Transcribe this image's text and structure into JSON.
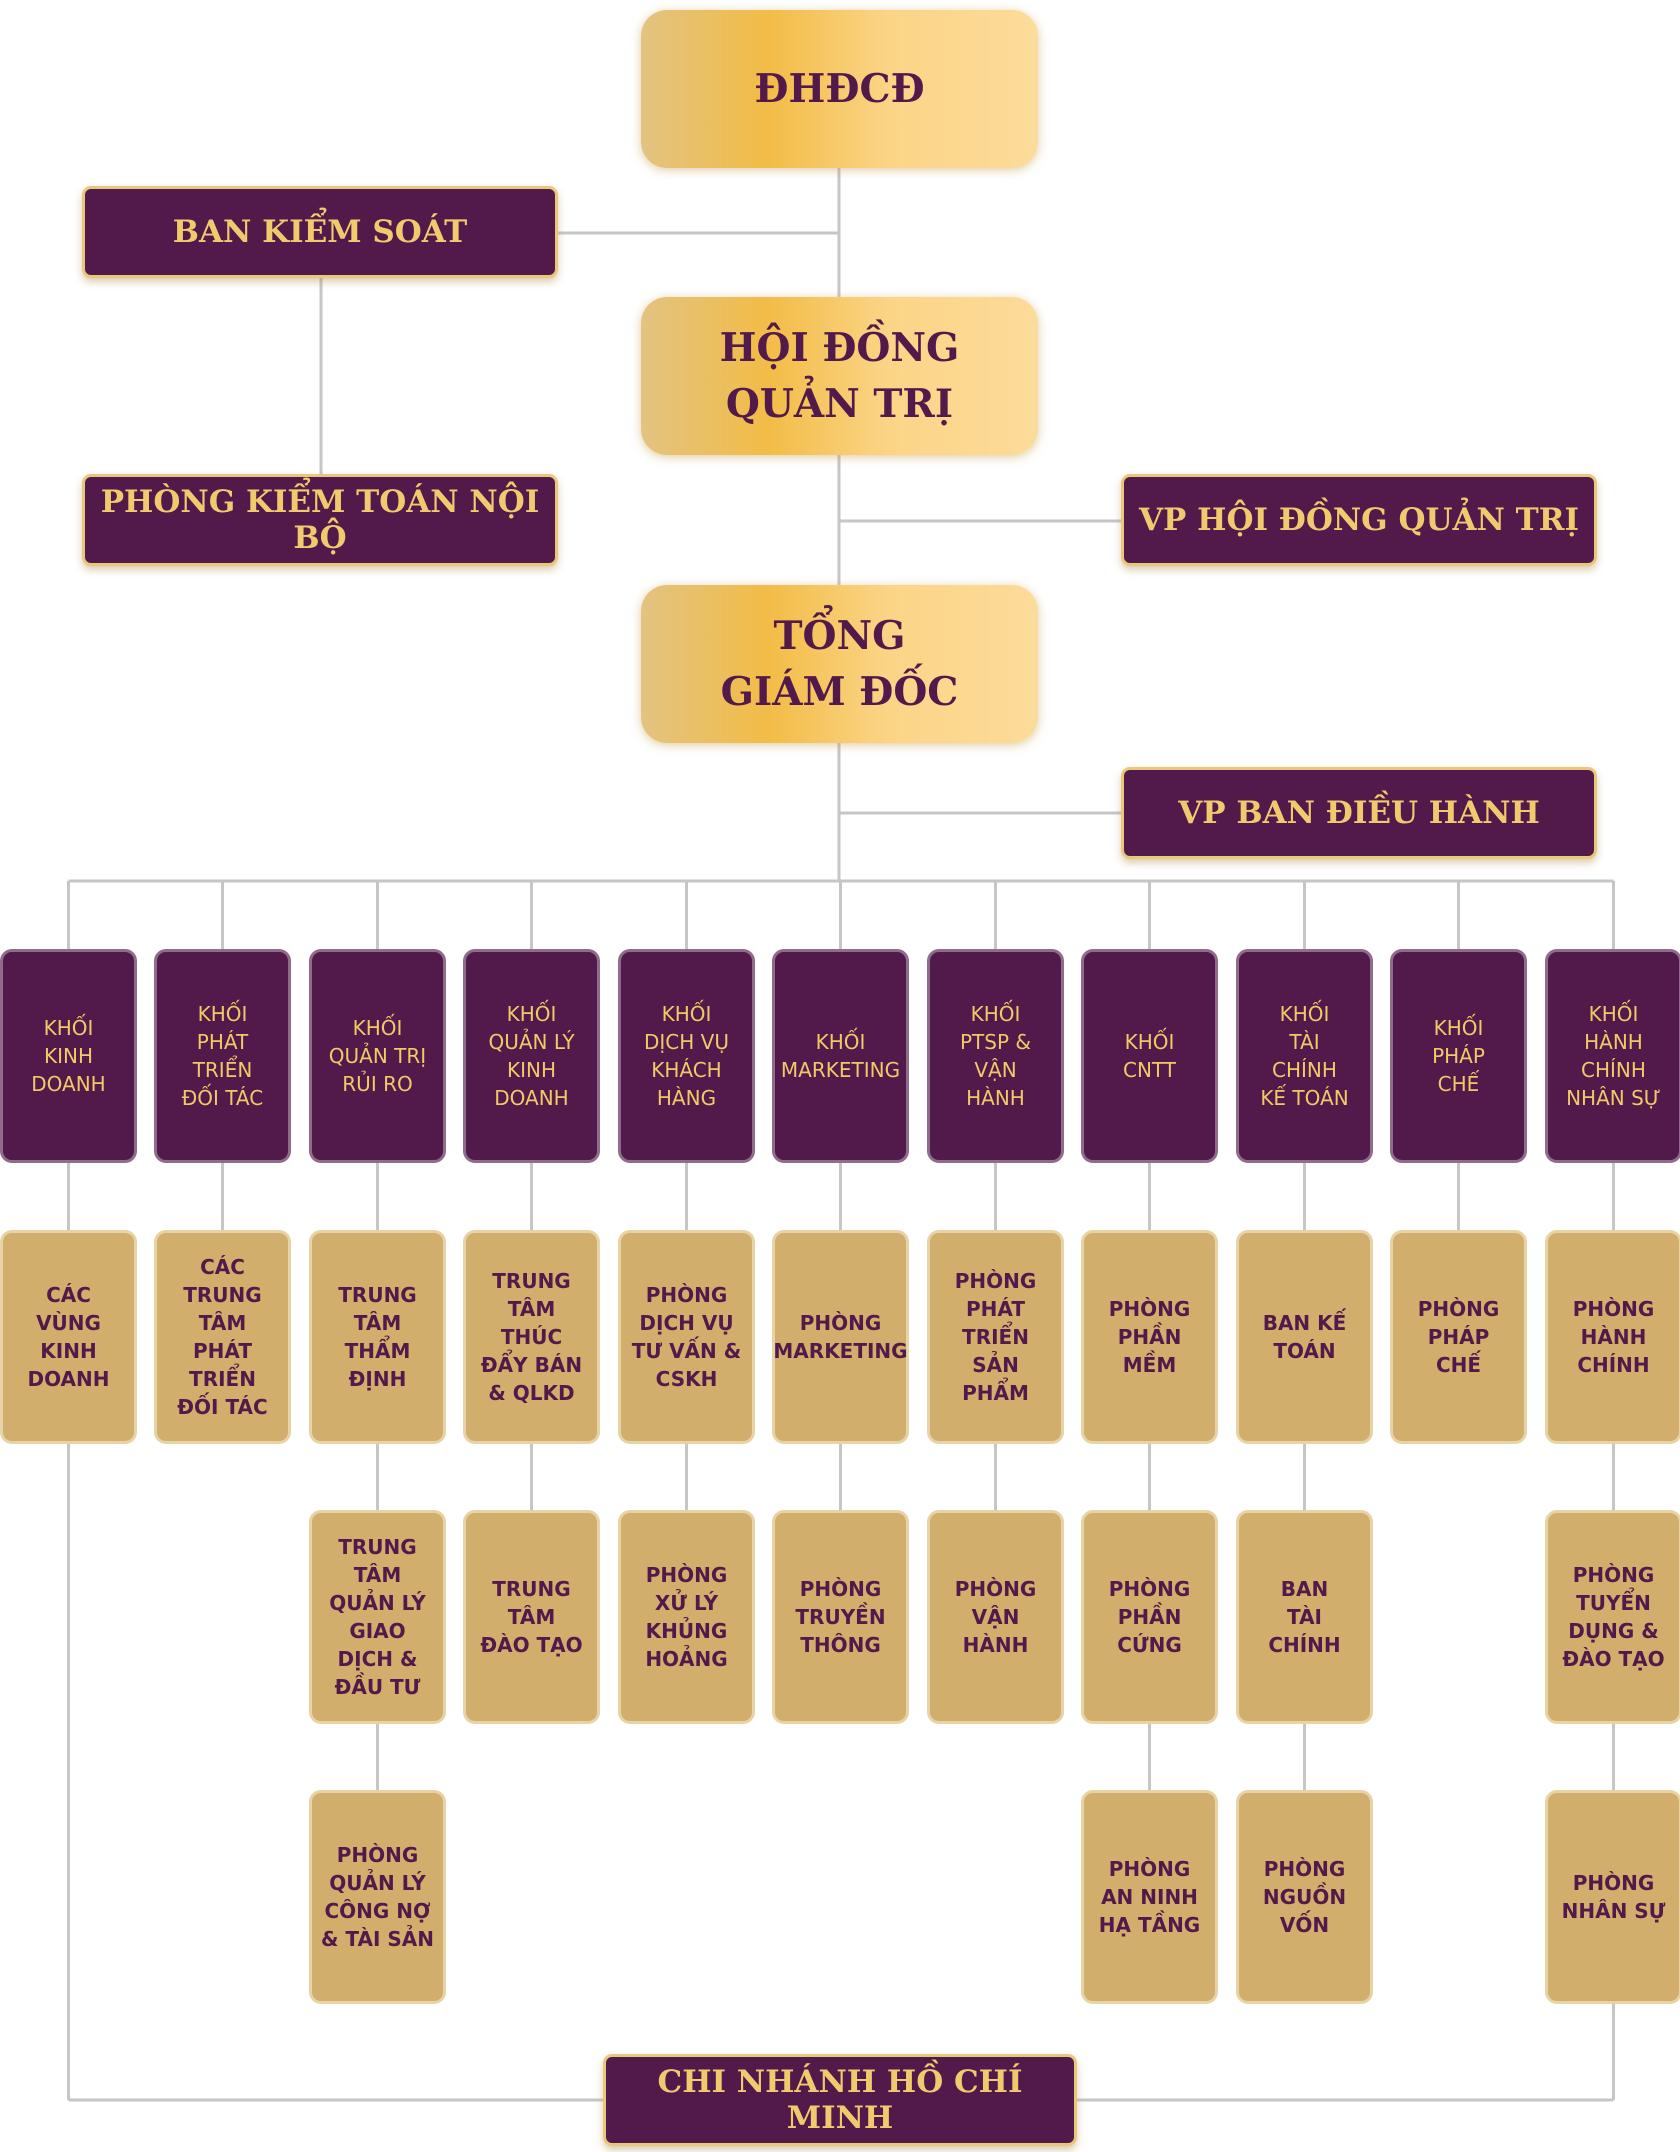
{
  "colors": {
    "purple": "#521a4a",
    "gold": "#d1ae6b",
    "gold_gradient_light": "#fcdc9a",
    "gold_text": "#f2c868",
    "line": "#c6c6c6"
  },
  "top": {
    "dhdcd": "ĐHĐCĐ",
    "hdqt": "HỘI ĐỒNG\nQUẢN TRỊ",
    "tgd": "TỔNG\nGIÁM ĐỐC"
  },
  "side": {
    "ban_kiem_soat": "BAN KIỂM SOÁT",
    "phong_kiem_toan": "PHÒNG KIỂM TOÁN NỘI BỘ",
    "vp_hdqt": "VP HỘI ĐỒNG QUẢN TRỊ",
    "vp_bdh": "VP BAN ĐIỀU HÀNH"
  },
  "columns": [
    {
      "khoi": "KHỐI\nKINH\nDOANH",
      "depts": [
        "CÁC\nVÙNG\nKINH\nDOANH"
      ]
    },
    {
      "khoi": "KHỐI\nPHÁT\nTRIỂN\nĐỐI TÁC",
      "depts": [
        "CÁC\nTRUNG\nTÂM\nPHÁT\nTRIỂN\nĐỐI TÁC"
      ]
    },
    {
      "khoi": "KHỐI\nQUẢN TRỊ\nRỦI RO",
      "depts": [
        "TRUNG\nTÂM\nTHẨM\nĐỊNH",
        "TRUNG\nTÂM\nQUẢN LÝ\nGIAO\nDỊCH &\nĐẦU TƯ",
        "PHÒNG\nQUẢN LÝ\nCÔNG NỢ\n& TÀI SẢN"
      ]
    },
    {
      "khoi": "KHỐI\nQUẢN LÝ\nKINH\nDOANH",
      "depts": [
        "TRUNG\nTÂM\nTHÚC\nĐẨY BÁN\n& QLKD",
        "TRUNG\nTÂM\nĐÀO TẠO"
      ]
    },
    {
      "khoi": "KHỐI\nDỊCH VỤ\nKHÁCH\nHÀNG",
      "depts": [
        "PHÒNG\nDỊCH VỤ\nTƯ VẤN &\nCSKH",
        "PHÒNG\nXỬ LÝ\nKHỦNG\nHOẢNG"
      ]
    },
    {
      "khoi": "KHỐI\nMARKETING",
      "depts": [
        "PHÒNG\nMARKETING",
        "PHÒNG\nTRUYỀN\nTHÔNG"
      ]
    },
    {
      "khoi": "KHỐI\nPTSP &\nVẬN\nHÀNH",
      "depts": [
        "PHÒNG\nPHÁT\nTRIỂN\nSẢN\nPHẨM",
        "PHÒNG\nVẬN\nHÀNH"
      ]
    },
    {
      "khoi": "KHỐI\nCNTT",
      "depts": [
        "PHÒNG\nPHẦN\nMỀM",
        "PHÒNG\nPHẦN\nCỨNG",
        "PHÒNG\nAN NINH\nHẠ TẦNG"
      ]
    },
    {
      "khoi": "KHỐI\nTÀI\nCHÍNH\nKẾ TOÁN",
      "depts": [
        "BAN KẾ\nTOÁN",
        "BAN\nTÀI\nCHÍNH",
        "PHÒNG\nNGUỒN\nVỐN"
      ]
    },
    {
      "khoi": "KHỐI\nPHÁP\nCHẾ",
      "depts": [
        "PHÒNG\nPHÁP\nCHẾ"
      ]
    },
    {
      "khoi": "KHỐI\nHÀNH\nCHÍNH\nNHÂN SỰ",
      "depts": [
        "PHÒNG\nHÀNH\nCHÍNH",
        "PHÒNG\nTUYỂN\nDỤNG &\nĐÀO TẠO",
        "PHÒNG\nNHÂN SỰ"
      ]
    }
  ],
  "branch": "CHI NHÁNH HỒ CHÍ MINH"
}
